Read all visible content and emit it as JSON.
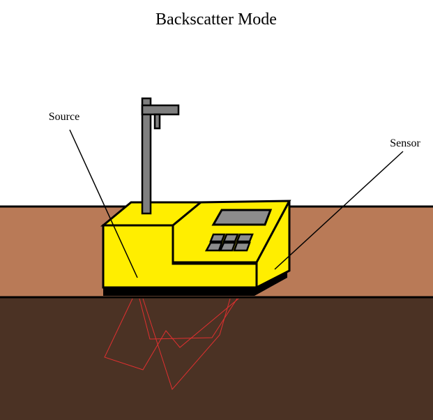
{
  "title": "Backscatter Mode",
  "labels": {
    "source": "Source",
    "sensor": "Sensor"
  },
  "colors": {
    "background": "#ffffff",
    "topsoil": "#b97a57",
    "subsoil": "#4b3224",
    "gauge_body": "#ffee00",
    "gauge_base": "#000000",
    "rod": "#7f7f7f",
    "keypad": "#7f7f7f",
    "radiation_paths": "#e03030",
    "outline": "#000000"
  },
  "components": [
    "nuclear-density-gauge",
    "source-rod",
    "display-screen",
    "keypad",
    "radiation-paths"
  ]
}
